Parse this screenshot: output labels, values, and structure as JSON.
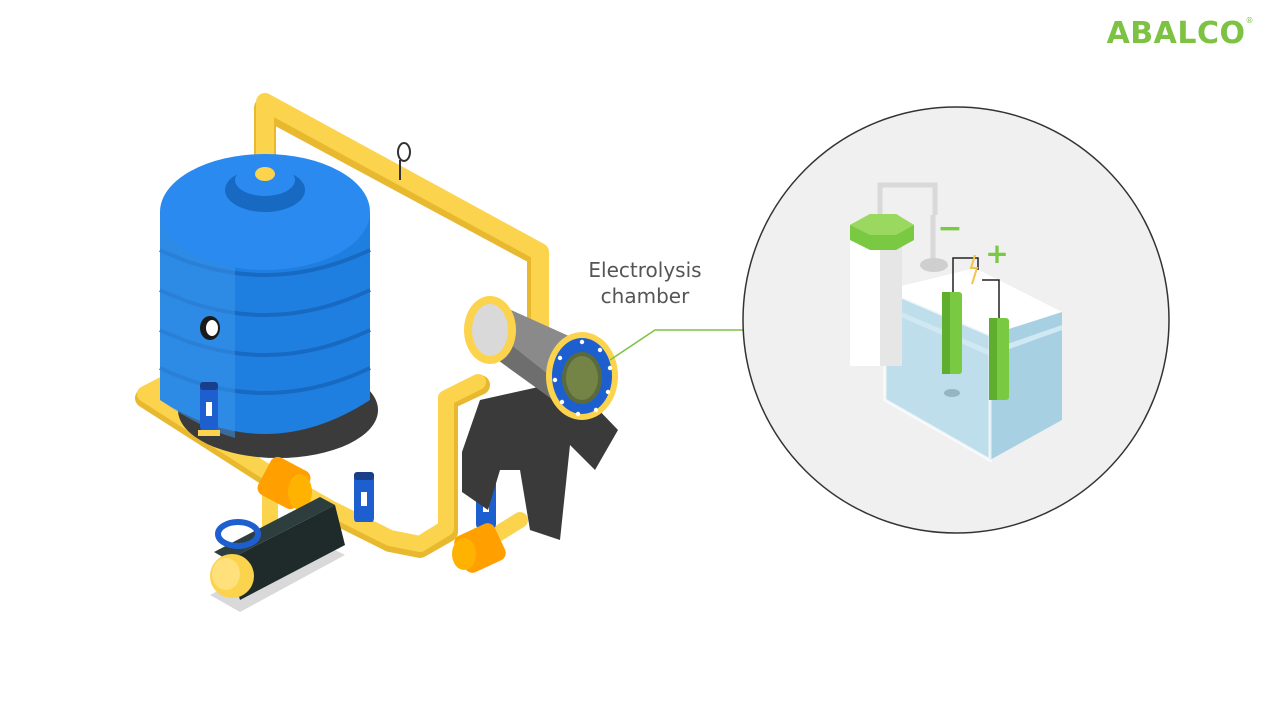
{
  "brand": {
    "name": "ABALCO",
    "mark": "®"
  },
  "labels": {
    "electrolysis_line1": "Electrolysis",
    "electrolysis_line2": "chamber"
  },
  "symbols": {
    "minus": "−",
    "plus": "+"
  },
  "colors": {
    "brand_green": "#7dc242",
    "pipe_yellow": "#fcd34d",
    "tank_blue": "#1e7fe0",
    "valve_orange": "#ffa000",
    "support_dark": "#3a3a3a",
    "electrode_green": "#7ac943",
    "water": "#a9d8ea"
  }
}
